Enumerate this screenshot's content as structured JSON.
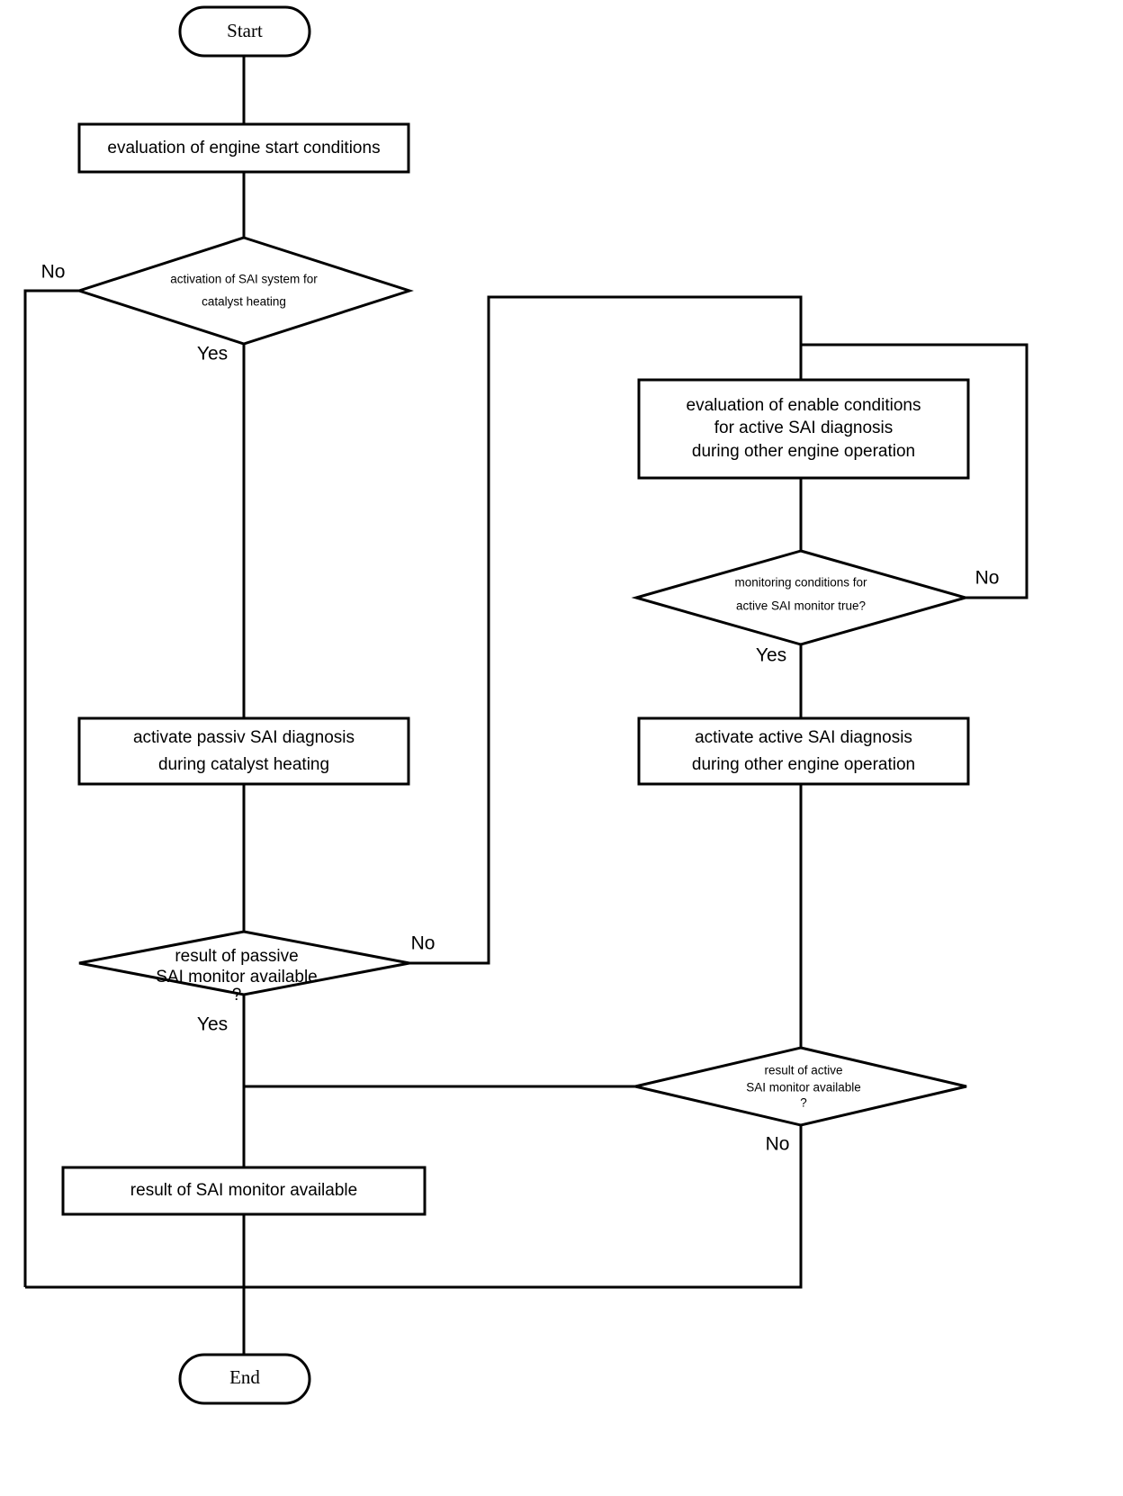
{
  "diagram": {
    "title": "SAI monitor activation flowchart",
    "type": "flowchart",
    "background_color": "#ffffff",
    "line_color": "#000000",
    "text_color": "#000000"
  },
  "nodes": {
    "start": {
      "kind": "terminator",
      "label": "Start"
    },
    "eval_start_conditions": {
      "kind": "process",
      "lines": [
        "evaluation of engine start conditions"
      ]
    },
    "activation_sai_catalyst": {
      "kind": "decision",
      "lines": [
        "activation of SAI system for",
        "catalyst heating"
      ]
    },
    "eval_enable_conditions": {
      "kind": "process",
      "lines": [
        "evaluation of enable conditions",
        "for active SAI diagnosis",
        "during other engine operation"
      ]
    },
    "monitoring_conditions": {
      "kind": "decision",
      "lines": [
        "monitoring conditions for",
        "active SAI monitor true?"
      ]
    },
    "activate_passive": {
      "kind": "process",
      "lines": [
        "activate passiv SAI diagnosis",
        "during catalyst heating"
      ]
    },
    "activate_active": {
      "kind": "process",
      "lines": [
        "activate active SAI diagnosis",
        "during other engine operation"
      ]
    },
    "result_passive_available": {
      "kind": "decision",
      "lines": [
        "result of passive",
        "SAI monitor available",
        "?"
      ]
    },
    "result_active_available": {
      "kind": "decision",
      "lines": [
        "result of active",
        "SAI monitor available",
        "?"
      ]
    },
    "result_sai_available": {
      "kind": "process",
      "lines": [
        "result of SAI monitor available"
      ]
    },
    "end": {
      "kind": "terminator",
      "label": "End"
    }
  },
  "edge_labels": {
    "activation_no": "No",
    "activation_yes": "Yes",
    "monitoring_no": "No",
    "monitoring_yes": "Yes",
    "result_passive_no": "No",
    "result_passive_yes": "Yes",
    "result_active_no": "No"
  }
}
